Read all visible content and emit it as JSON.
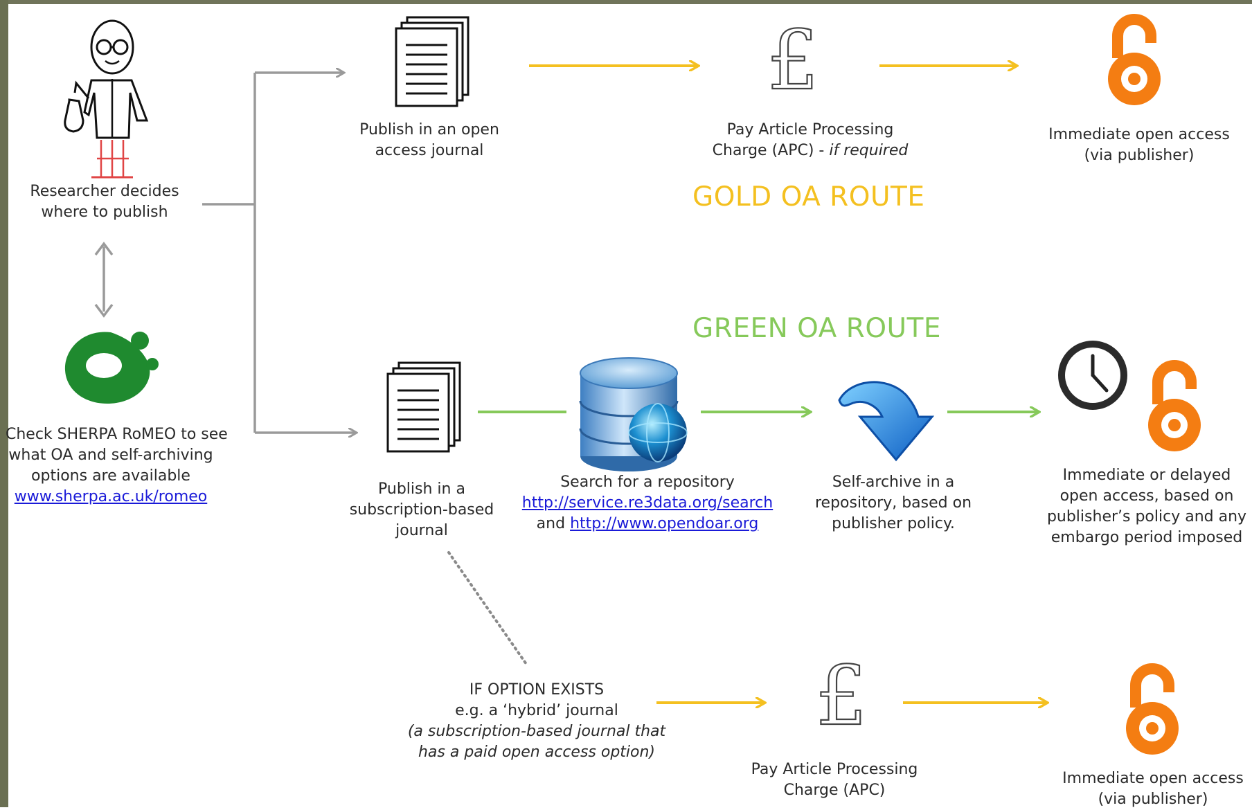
{
  "researcher": {
    "caption": [
      "Researcher decides",
      "where to publish"
    ]
  },
  "sherpa": {
    "caption": [
      "Check SHERPA RoMEO to see",
      "what OA and self-archiving",
      "options are available"
    ],
    "link": "www.sherpa.ac.uk/romeo"
  },
  "gold": {
    "route_label": "GOLD OA ROUTE",
    "publish": [
      "Publish in an open",
      "access journal"
    ],
    "pay_main": "Pay Article Processing",
    "pay_line2_prefix": "Charge (APC) - ",
    "pay_line2_italic": "if required",
    "access": [
      "Immediate open access",
      "(via publisher)"
    ]
  },
  "green": {
    "route_label": "GREEN OA ROUTE",
    "publish": [
      "Publish in a",
      "subscription-based",
      "journal"
    ],
    "search_title": "Search for a repository",
    "search_link1": "http://service.re3data.org/search",
    "search_and": "and ",
    "search_link2": "http://www.opendoar.org",
    "archive": [
      "Self-archive in a",
      "repository, based on",
      "publisher policy."
    ],
    "access": [
      "Immediate or delayed",
      "open access, based on",
      "publisher’s policy and any",
      "embargo period imposed"
    ]
  },
  "hybrid": {
    "option_title": "IF OPTION EXISTS",
    "option_example": "e.g. a ‘hybrid’ journal",
    "option_note": [
      "(a subscription-based journal that",
      "has a paid open access option)"
    ],
    "pay": [
      "Pay Article Processing",
      "Charge (APC)"
    ],
    "access": [
      "Immediate open access",
      "(via publisher)"
    ]
  },
  "colors": {
    "gold": "#f4c020",
    "green": "#86c95a",
    "gray_connector": "#9a9a9a",
    "oa_orange": "#f47d12",
    "romeo_green": "#1f8a2f",
    "link_blue": "#1a1ad8"
  }
}
